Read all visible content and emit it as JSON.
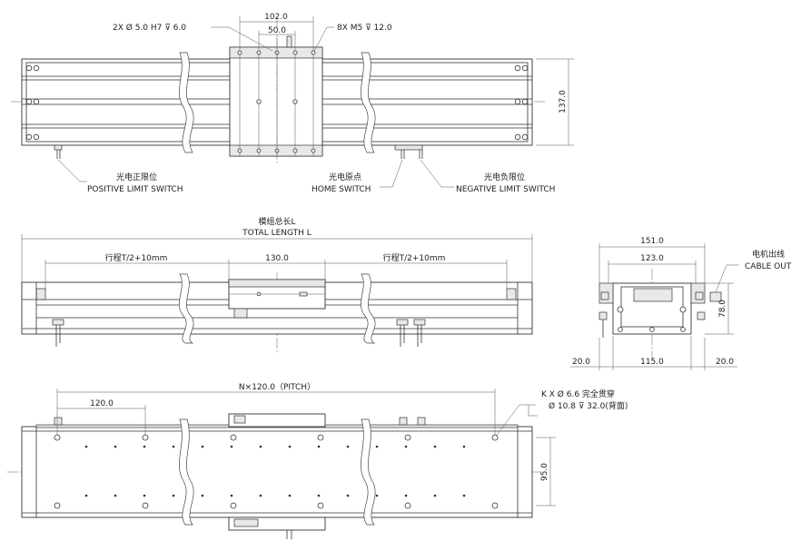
{
  "top_view": {
    "dim_carriage_width": "102.0",
    "dim_hole_spacing": "50.0",
    "dim_height": "137.0",
    "note_pin_holes": "2X  Ø 5.0 H7  ⊽ 6.0",
    "note_thread_holes": "8X  M5   ⊽ 12.0",
    "label_positive_cn": "光电正限位",
    "label_positive_en": "POSITIVE LIMIT SWITCH",
    "label_home_cn": "光电原点",
    "label_home_en": "HOME SWITCH",
    "label_negative_cn": "光电负限位",
    "label_negative_en": "NEGATIVE LIMIT SWITCH"
  },
  "side_view": {
    "total_length_cn": "模组总长L",
    "total_length_en": "TOTAL LENGTH L",
    "travel_left": "行程T/2+10mm",
    "carriage_length": "130.0",
    "travel_right": "行程T/2+10mm"
  },
  "end_view": {
    "dim_overall_width": "151.0",
    "dim_carriage_width": "123.0",
    "dim_height": "78.0",
    "dim_left_margin": "20.0",
    "dim_body_width": "115.0",
    "dim_right_margin": "20.0",
    "cable_out_cn": "电机出线",
    "cable_out_en": "CABLE OUT"
  },
  "bottom_view": {
    "pitch_note": "N×120.0（PITCH）",
    "dim_first_pitch": "120.0",
    "dim_hole_row_spacing": "95.0",
    "note_through_holes": "K X  Ø 6.6 完全贯穿",
    "note_counterbore": "Ø 10.8  ⊽ 32.0(背面)"
  }
}
